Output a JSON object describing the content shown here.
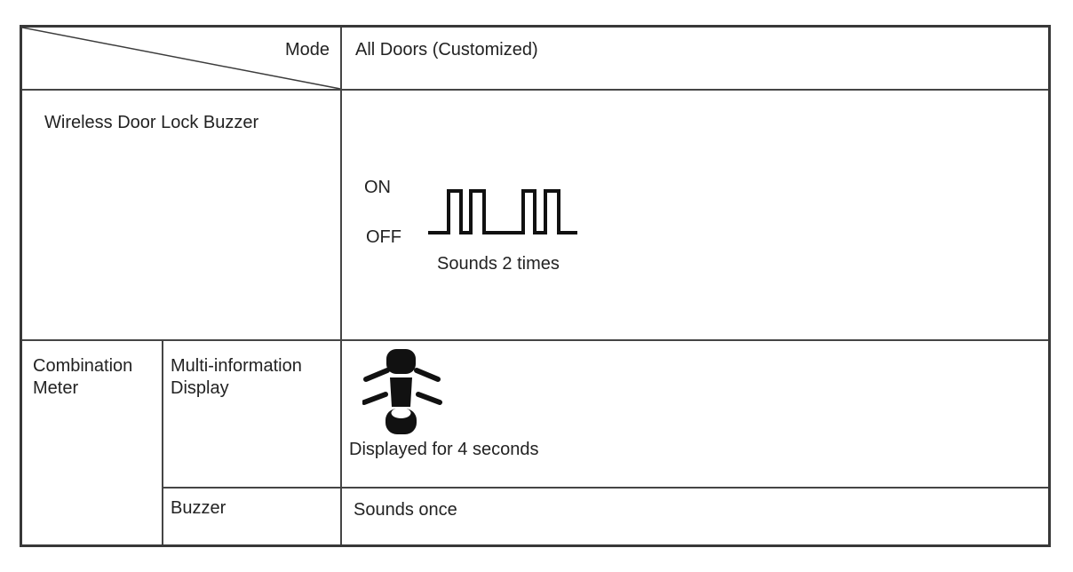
{
  "header": {
    "mode_label": "Mode",
    "mode_value": "All Doors (Customized)"
  },
  "wireless_row": {
    "label": "Wireless Door Lock Buzzer",
    "waveform": {
      "on_label": "ON",
      "off_label": "OFF",
      "caption": "Sounds 2 times",
      "pulse_count": 4,
      "pattern_points": "2,49 25,49 25,2 39,2 39,49 50,49 50,2 65,2 65,49 109,49 109,2 122,2 122,49 134,49 134,2 149,2 149,49 170,49"
    }
  },
  "combination_row": {
    "label": "Combination Meter",
    "sub_rows": [
      {
        "label": "Multi-information Display",
        "icon": "door-ajar-car-icon",
        "value": "Displayed for 4 seconds"
      },
      {
        "label": "Buzzer",
        "value": "Sounds once"
      }
    ]
  },
  "colors": {
    "line": "#454545",
    "outer_border": "#383838",
    "text": "#222222",
    "icon_fill": "#111111",
    "background": "#ffffff"
  }
}
